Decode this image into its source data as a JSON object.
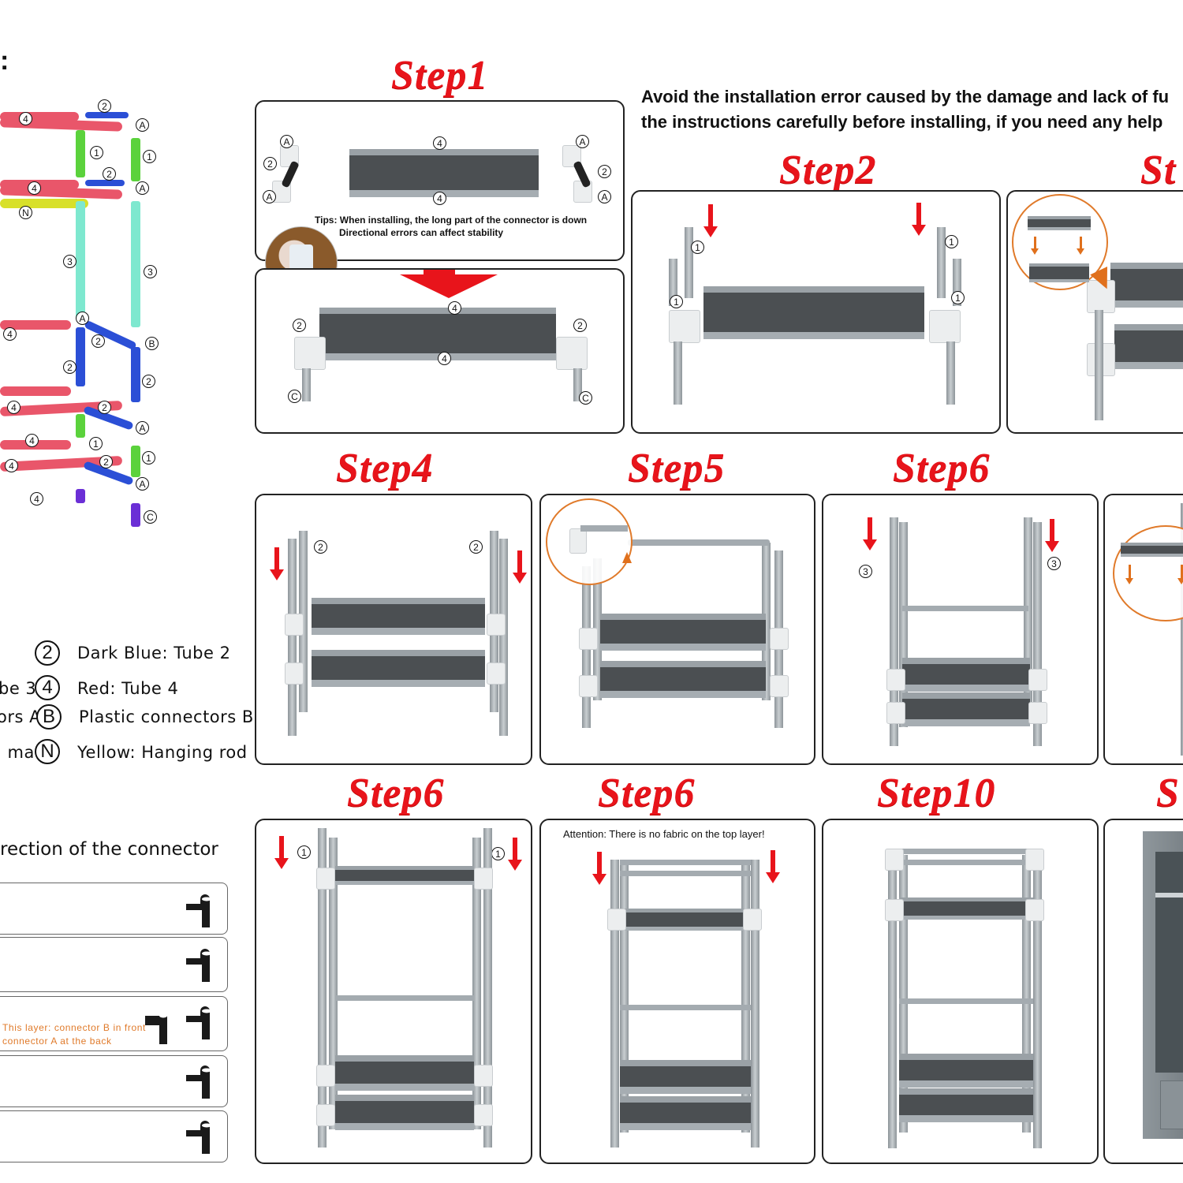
{
  "header": {
    "notice_line1": "Avoid the installation error caused by the damage and lack of fu",
    "notice_line2": "the instructions carefully before installing, if you need any help",
    "top_left_fragment": ":"
  },
  "steps": [
    {
      "id": "step1",
      "title": "Step1"
    },
    {
      "id": "step2",
      "title": "Step2"
    },
    {
      "id": "step3",
      "title": "St"
    },
    {
      "id": "step4",
      "title": "Step4"
    },
    {
      "id": "step5",
      "title": "Step5"
    },
    {
      "id": "step6a",
      "title": "Step6"
    },
    {
      "id": "step6b",
      "title": "Step6"
    },
    {
      "id": "step6c",
      "title": "Step6"
    },
    {
      "id": "step10",
      "title": "Step10"
    },
    {
      "id": "step11",
      "title": "S"
    }
  ],
  "step1": {
    "tips_line1": "Tips: When installing, the long part of the connector is down",
    "tips_line2": "Directional errors can affect stability",
    "labels": {
      "a": "A",
      "two": "2",
      "four": "4",
      "c": "C"
    }
  },
  "step2": {
    "labels": {
      "one": "1"
    }
  },
  "step4": {
    "labels": {
      "two": "2"
    }
  },
  "step6a_labels": {
    "three": "3"
  },
  "step6b_labels": {
    "one": "1"
  },
  "step6c_attention": "Attention: There is no fabric on the top layer!",
  "diagram_labels": {
    "one": "1",
    "two": "2",
    "three": "3",
    "four": "4",
    "a": "A",
    "b": "B",
    "c": "C",
    "n": "N"
  },
  "legend": [
    {
      "symbol": "2",
      "left_fragment": ".",
      "text": "Dark Blue: Tube 2"
    },
    {
      "symbol": "4",
      "left_fragment": "be 3",
      "text": "Red: Tube 4"
    },
    {
      "symbol": "B",
      "left_fragment": "ors A",
      "text": "Plastic connectors B"
    },
    {
      "symbol": "N",
      "left_fragment": "l mat",
      "text": "Yellow: Hanging rod"
    }
  ],
  "connector_direction": {
    "heading": "rection of the connector",
    "rows": [
      {
        "note": "",
        "icons": 1
      },
      {
        "note": "",
        "icons": 1
      },
      {
        "note_line1": "This layer: connector B in front",
        "note_line2": "connector A at the back",
        "icons": 2
      },
      {
        "note": "",
        "icons": 1
      },
      {
        "note": "",
        "icons": 1
      }
    ],
    "note_color": "#e07a2a"
  },
  "colors": {
    "step_title": "#e8141b",
    "tube1_green": "#5bd23c",
    "tube2_blue": "#2b4fd6",
    "tube3_teal": "#7ee8cf",
    "tube4_red": "#e9566a",
    "hanging_rod_yellow": "#d8e02a",
    "connector_gray": "#e6e8ea",
    "callout_orange": "#e07a2a"
  }
}
